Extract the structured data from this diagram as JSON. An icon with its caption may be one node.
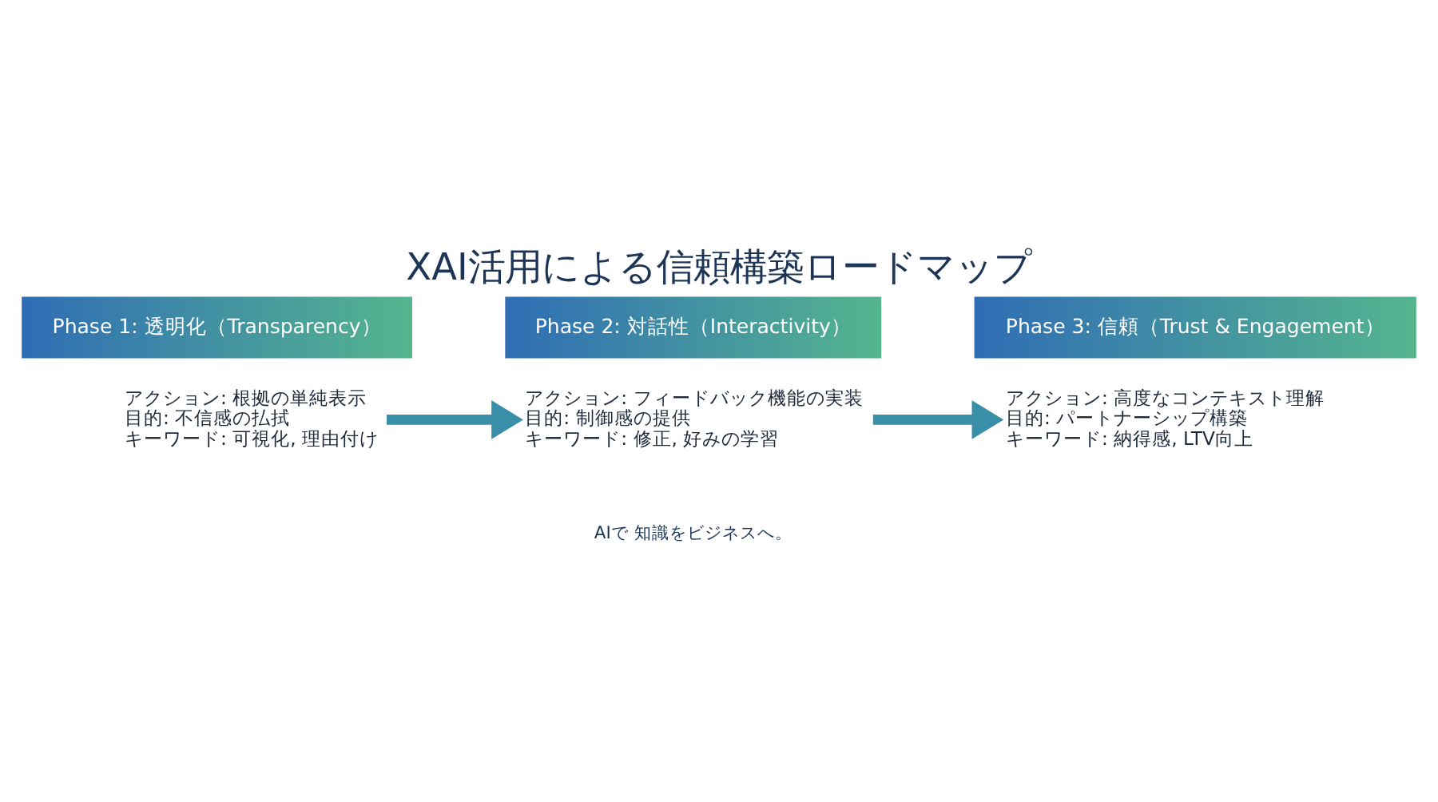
{
  "diagram": {
    "title": "XAI活用による信頼構築ロードマップ",
    "nodes": [
      {
        "text": [
          "Phase 1: 透明化（Transparency）"
        ]
      },
      {
        "text": [
          "アクション: 根拠の単純表示",
          "目的: 不信感の払拭",
          "キーワード: 可視化, 理由付け"
        ]
      },
      {
        "text": [
          "Phase 2: 対話性（Interactivity）"
        ]
      },
      {
        "text": [
          "アクション: フィードバック機能の実装",
          "目的: 制御感の提供",
          "キーワード: 修正, 好みの学習"
        ]
      },
      {
        "text": [
          "Phase 3: 信頼（Trust & Engagement）"
        ]
      },
      {
        "text": [
          "アクション: 高度なコンテキスト理解",
          "目的: パートナーシップ構築",
          "キーワード: 納得感, LTV向上"
        ]
      }
    ],
    "edges": [
      {
        "from": 1,
        "to": 3,
        "arrow": "to"
      },
      {
        "from": 3,
        "to": 5,
        "arrow": "to"
      }
    ],
    "labels": [
      "AIで 知識をビジネスへ。"
    ]
  }
}
